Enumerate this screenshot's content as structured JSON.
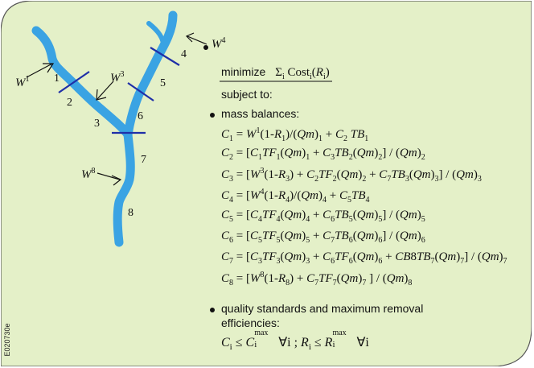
{
  "diagram": {
    "reach_labels": [
      "1",
      "2",
      "3",
      "4",
      "5",
      "6",
      "7",
      "8"
    ],
    "inputs": [
      {
        "name": "W",
        "sup": "1"
      },
      {
        "name": "W",
        "sup": "3"
      },
      {
        "name": "W",
        "sup": "4"
      },
      {
        "name": "W",
        "sup": "8"
      }
    ]
  },
  "objective": {
    "keyword": "minimize",
    "sum": "Σ",
    "index": "i",
    "cost": "Cost",
    "cost_sub": "i",
    "arg": "R",
    "arg_sub": "i"
  },
  "subject_to": "subject to:",
  "mass_balances_label": "mass balances:",
  "equations": [
    "C1 = W1(1-R1)/(Qm)1 + C2 TB1",
    "C2 = [C1TF1(Qm)1 + C3TB2(Qm)2] / (Qm)2",
    "C3 = [W3(1-R3) + C2TF2(Qm)2 + C7TB3(Qm)3] / (Qm)3",
    "C4 = [W4(1-R4)/(Qm)4 + C5TB4",
    "C5 = [C4TF4(Qm)4 + C6TB5(Qm)5] / (Qm)5",
    "C6 = [C5TF5(Qm)5 + C7TB6(Qm)6] / (Qm)6",
    "C7 = [C3TF3(Qm)3 + C6TF6(Qm)6 + CB8TB7(Qm)7] / (Qm)7",
    "C8 = [W8(1-R8) + C7TF7(Qm)7 ] / (Qm)8"
  ],
  "quality_label_line1": "quality standards and maximum removal",
  "quality_label_line2": "efficiencies:",
  "constraint": {
    "c": "C",
    "sub": "i",
    "leq": "≤",
    "max": "max",
    "forall": "∀",
    "sep": ";",
    "r": "R"
  },
  "stamp": "E020730e",
  "colors": {
    "background": "#e4f0c8",
    "river": "#3aa3e3",
    "marker": "#1f2fa8",
    "border": "#555555"
  }
}
